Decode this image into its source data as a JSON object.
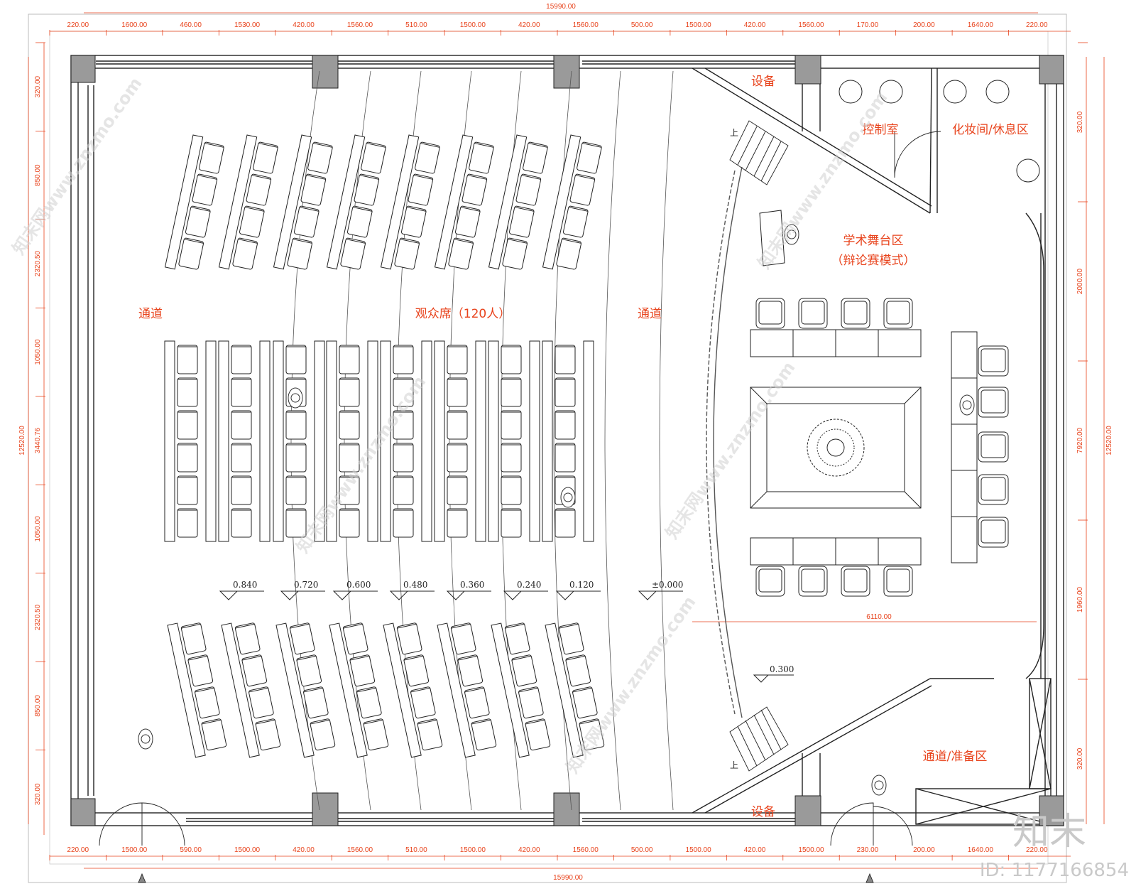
{
  "overall_dims": {
    "top": "15990.00",
    "bottom": "15990.00",
    "left": "12520.00",
    "right": "12520.00"
  },
  "top_segments": [
    "220.00",
    "1600.00",
    "460.00",
    "1530.00",
    "420.00",
    "1560.00",
    "510.00",
    "1500.00",
    "420.00",
    "1560.00",
    "500.00",
    "1500.00",
    "420.00",
    "1560.00",
    "170.00",
    "200.00",
    "1640.00",
    "220.00"
  ],
  "bottom_segments": [
    "220.00",
    "1500.00",
    "590.00",
    "1500.00",
    "420.00",
    "1560.00",
    "510.00",
    "1500.00",
    "420.00",
    "1560.00",
    "500.00",
    "1500.00",
    "420.00",
    "1500.00",
    "230.00",
    "200.00",
    "1640.00",
    "220.00"
  ],
  "left_segments": [
    "320.00",
    "850.00",
    "2320.50",
    "1050.00",
    "3440.76",
    "1050.00",
    "2320.50",
    "850.00",
    "320.00"
  ],
  "right_segments": [
    "320.00",
    "2000.00",
    "7920.00",
    "1960.00",
    "320.00"
  ],
  "stage_width_dim": "6110.00",
  "rooms": {
    "equipment_top": "设备",
    "equipment_bottom": "设备",
    "control_room": "控制室",
    "makeup_room": "化妆间/休息区",
    "stage_title": "学术舞台区",
    "stage_subtitle": "（辩论赛模式）",
    "aisle_left": "通道",
    "audience": "观众席（120人）",
    "aisle_right": "通道",
    "prep_area": "通道/准备区",
    "up_top": "上",
    "up_bottom": "上"
  },
  "levels": [
    "0.840",
    "0.720",
    "0.600",
    "0.480",
    "0.360",
    "0.240",
    "0.120",
    "±0.000"
  ],
  "stage_level": "0.300",
  "watermark": {
    "logo": "知末",
    "id_text": "ID: 1177166854",
    "repeat_text": "知末网www.znzmo.com"
  },
  "colors": {
    "dimension": "#e8431c",
    "column": "#9a9a9a",
    "line": "#222222"
  }
}
